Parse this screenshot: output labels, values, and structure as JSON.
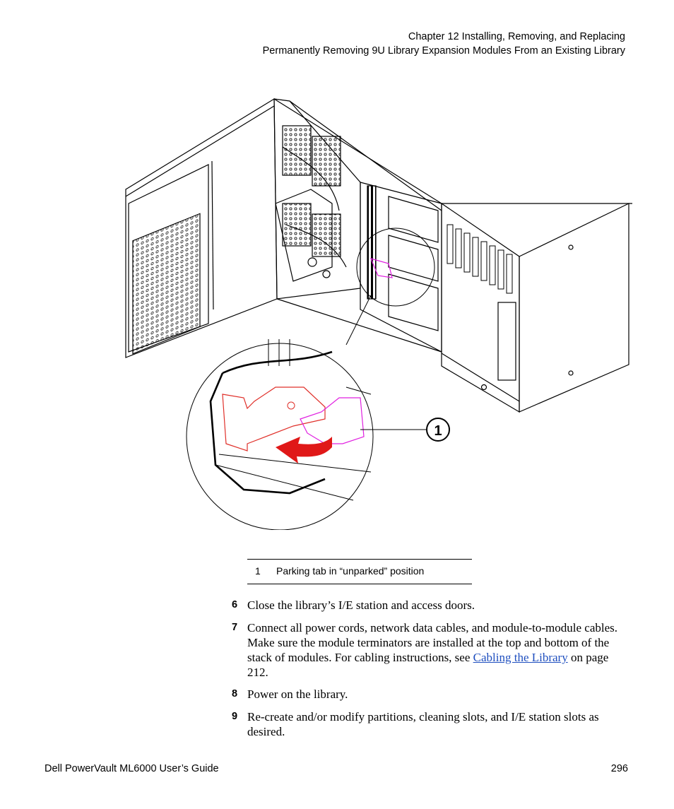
{
  "header": {
    "chapter": "Chapter 12  Installing, Removing, and Replacing",
    "section": "Permanently Removing 9U Library Expansion Modules From an Existing Library"
  },
  "figure": {
    "callout_number": "1",
    "colors": {
      "line": "#000000",
      "parked_tab": "#e0302a",
      "unparked_tab": "#e020e0",
      "arrow": "#e01818"
    }
  },
  "legend": {
    "number": "1",
    "text": "Parking tab in “unparked” position"
  },
  "steps": [
    {
      "number": "6",
      "text": "Close the library’s I/E station and access doors."
    },
    {
      "number": "7",
      "text_before": "Connect all power cords, network data cables, and module-to-module cables. Make sure the module terminators are installed at the top and bottom of the stack of modules. For cabling instructions, see ",
      "link": "Cabling the Library",
      "text_after": " on page 212."
    },
    {
      "number": "8",
      "text": "Power on the library."
    },
    {
      "number": "9",
      "text": "Re-create and/or modify partitions, cleaning slots, and I/E station slots as desired."
    }
  ],
  "footer": {
    "title": "Dell PowerVault ML6000 User’s Guide",
    "page": "296"
  }
}
